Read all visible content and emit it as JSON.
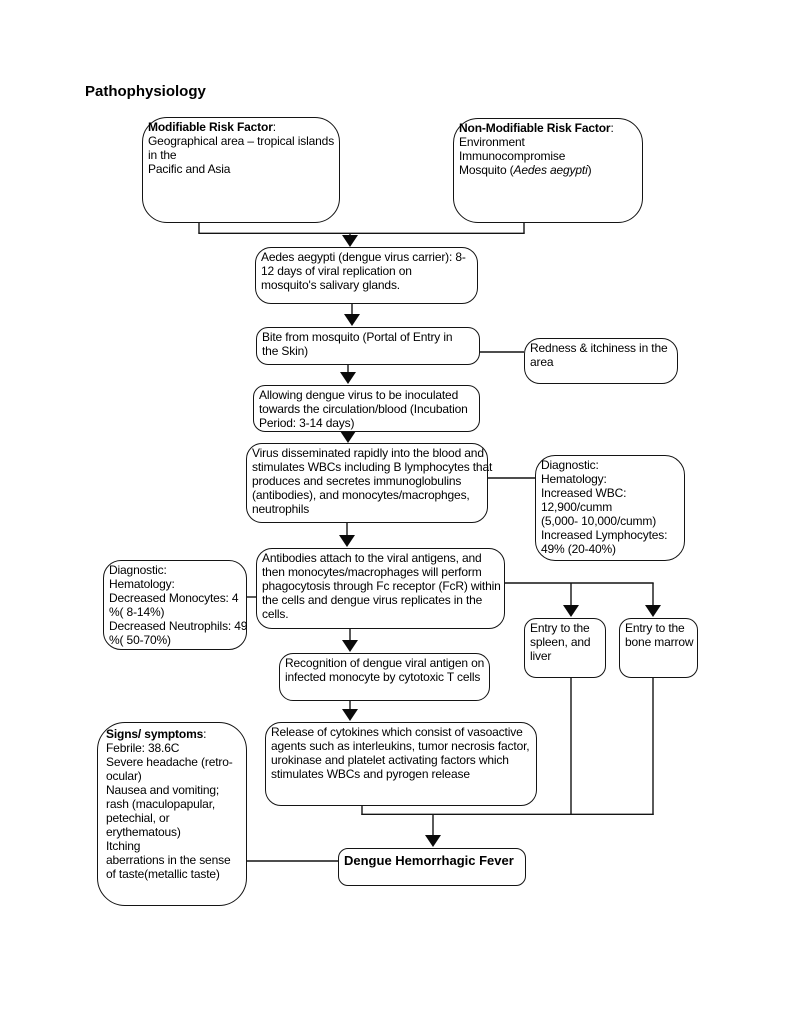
{
  "title": "Pathophysiology",
  "boxes": {
    "modifiable": {
      "heading": "Modifiable Risk Factor",
      "heading_suffix": ":",
      "body": "Geographical area – tropical islands\nin the\nPacific and Asia"
    },
    "non_modifiable": {
      "heading": "Non-Modifiable Risk Factor",
      "heading_suffix": ":",
      "body": "Environment\nImmunocompromise",
      "mosquito_prefix": "Mosquito (",
      "mosquito_species": "Aedes aegypti",
      "mosquito_suffix": ")"
    },
    "aedes_replication": {
      "text": "Aedes aegypti (dengue virus carrier): 8-\n12 days of viral replication on\nmosquito's salivary glands."
    },
    "bite": {
      "text": "Bite from mosquito (Portal of Entry in\nthe Skin)"
    },
    "redness": {
      "text": "Redness & itchiness in the\narea"
    },
    "inoculation": {
      "text": "Allowing dengue virus to be inoculated\ntowards the circulation/blood (Incubation\nPeriod: 3-14 days)"
    },
    "dissemination": {
      "text": "Virus disseminated rapidly into the blood and\nstimulates WBCs including B lymphocytes that\nproduces and secretes immunoglobulins\n(antibodies), and monocytes/macrophges,\nneutrophils"
    },
    "diagnostic_wbc": {
      "text": "Diagnostic:\nHematology:\nIncreased WBC:\n12,900/cumm\n(5,000- 10,000/cumm)\nIncreased Lymphocytes:\n49% (20-40%)"
    },
    "antibodies": {
      "text": "Antibodies attach to the viral antigens, and\nthen monocytes/macrophages will perform\nphagocytosis through Fc receptor (FcR) within\nthe cells and dengue virus replicates in the\ncells."
    },
    "diagnostic_monocytes": {
      "text": "Diagnostic:\nHematology:\nDecreased Monocytes: 4\n%( 8-14%)\nDecreased Neutrophils: 49\n%( 50-70%)"
    },
    "entry_spleen": {
      "text": "Entry to the\nspleen, and\nliver"
    },
    "entry_bone_marrow": {
      "text": "Entry to the\nbone marrow"
    },
    "recognition": {
      "text": "Recognition of dengue viral antigen on\ninfected monocyte by cytotoxic T cells"
    },
    "cytokines": {
      "text": "Release of cytokines which consist of vasoactive\nagents such as interleukins, tumor necrosis factor,\nurokinase and platelet activating factors which\nstimulates WBCs and pyrogen release"
    },
    "signs": {
      "heading": "Signs/ symptoms",
      "heading_suffix": ":",
      "body": "Febrile: 38.6C\nSevere headache (retro-\nocular)\nNausea and vomiting;\nrash (maculopapular,\npetechial, or\nerythematous)\nItching\naberrations in the sense\nof taste(metallic taste)"
    },
    "dengue": {
      "text": "Dengue Hemorrhagic Fever"
    }
  }
}
